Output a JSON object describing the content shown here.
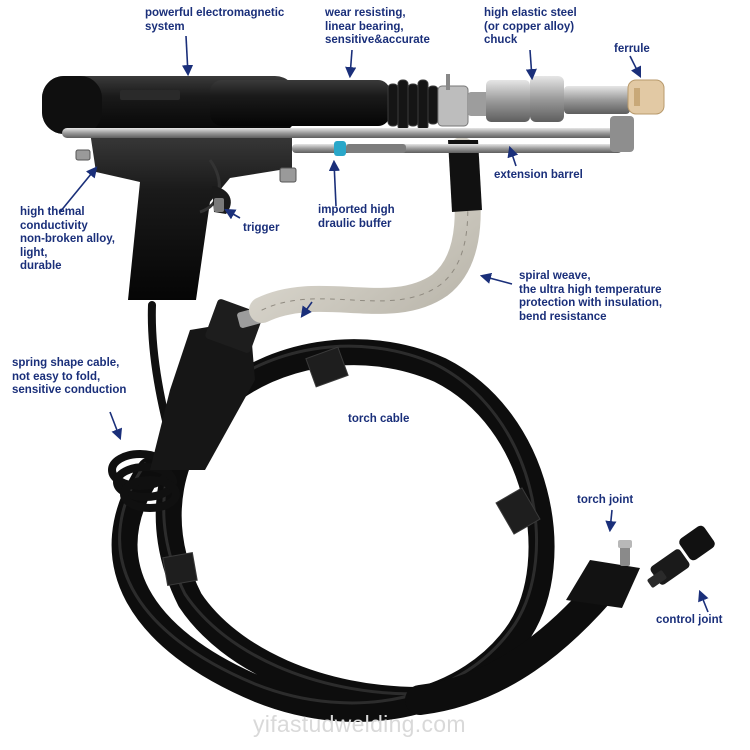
{
  "labels": {
    "electromagnetic": "powerful electromagnetic\nsystem",
    "bearing": "wear resisting,\nlinear bearing,\nsensitive&accurate",
    "chuck": "high elastic steel\n(or copper alloy)\nchuck",
    "ferrule": "ferrule",
    "extension_barrel": "extension barrel",
    "alloy": "high themal\nconductivity\nnon-broken alloy,\nlight,\ndurable",
    "trigger": "trigger",
    "buffer": "imported high\ndraulic buffer",
    "spiral": "spiral weave,\nthe ultra high temperature\nprotection with insulation,\nbend resistance",
    "spring_cable": "spring shape cable,\nnot easy to fold,\nsensitive conduction",
    "torch_cable": "torch cable",
    "torch_joint": "torch joint",
    "control_joint": "control joint"
  },
  "watermark": "yifastudwelding.com",
  "colors": {
    "label": "#1a2f7a",
    "arrow": "#1a2f7a",
    "body": "#151515",
    "metal": "#a9a9a9",
    "sleeve": "#d6d3ca",
    "ferrule": "#e2c9a4",
    "buffer_ring": "#2aa7c9"
  }
}
